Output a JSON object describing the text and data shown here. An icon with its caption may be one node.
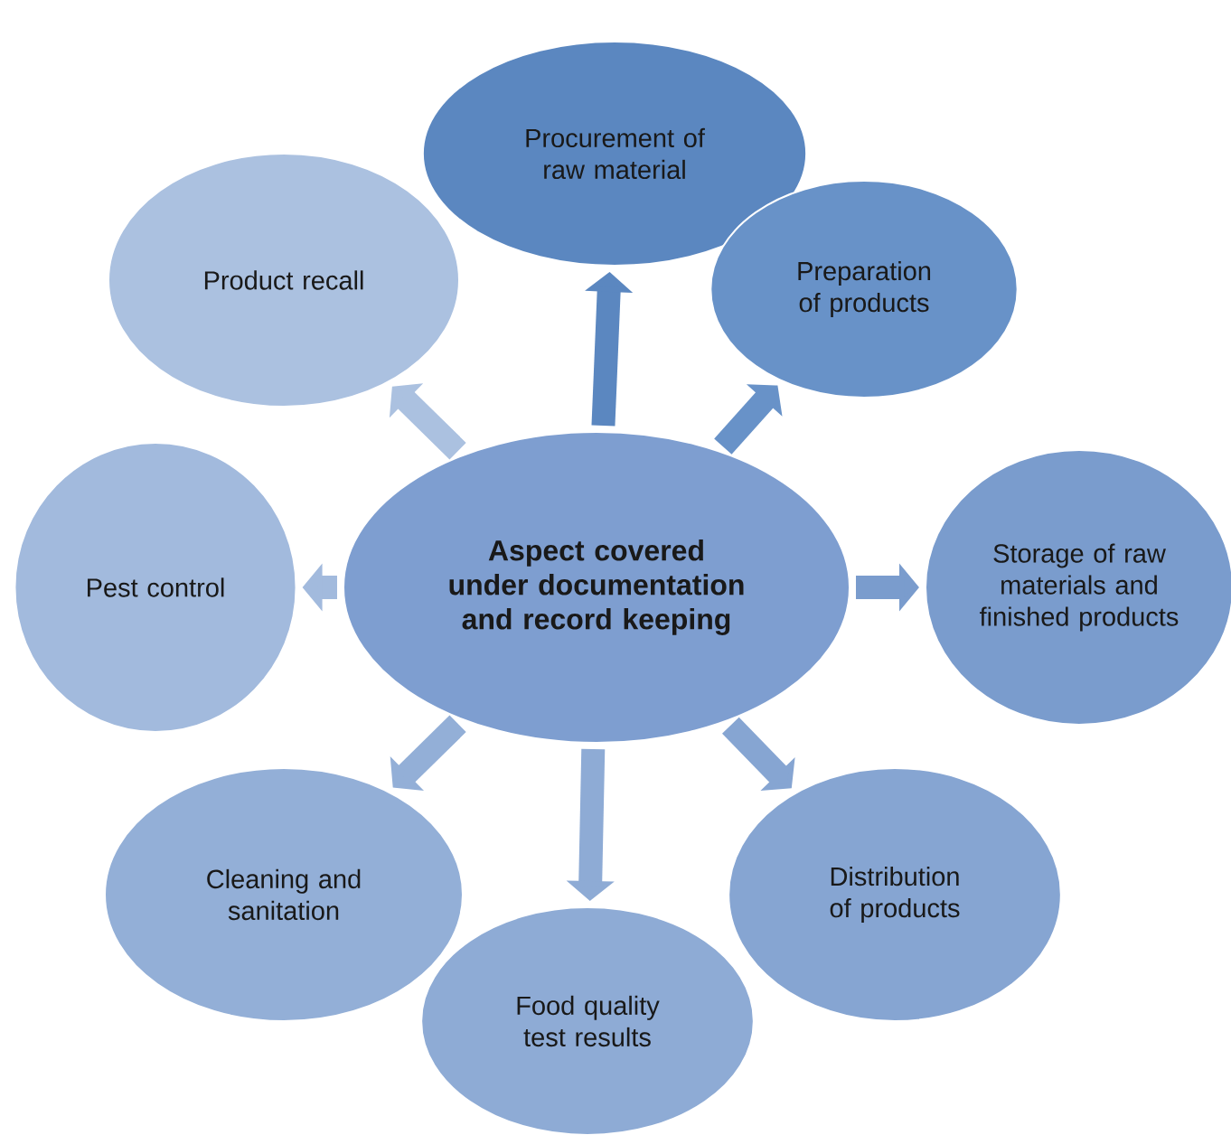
{
  "diagram": {
    "nodes": [
      {
        "text": [
          "Aspect covered under documentation and record keeping"
        ]
      },
      {
        "text": [
          "Procurement of raw material"
        ]
      },
      {
        "text": [
          "Preparation of products"
        ]
      },
      {
        "text": [
          "Storage of raw materials and finished products"
        ]
      },
      {
        "text": [
          "Distribution of products"
        ]
      },
      {
        "text": [
          "Food quality test results"
        ]
      },
      {
        "text": [
          "Cleaning and sanitation"
        ]
      },
      {
        "text": [
          "Pest control"
        ]
      },
      {
        "text": [
          "Product recall"
        ]
      }
    ],
    "edges": [
      {
        "from": 0,
        "to": 1,
        "arrow": "to"
      },
      {
        "from": 0,
        "to": 2,
        "arrow": "to"
      },
      {
        "from": 0,
        "to": 3,
        "arrow": "to"
      },
      {
        "from": 0,
        "to": 4,
        "arrow": "to"
      },
      {
        "from": 0,
        "to": 5,
        "arrow": "to"
      },
      {
        "from": 0,
        "to": 6,
        "arrow": "to"
      },
      {
        "from": 0,
        "to": 7,
        "arrow": "to"
      },
      {
        "from": 0,
        "to": 8,
        "arrow": "to"
      }
    ]
  }
}
